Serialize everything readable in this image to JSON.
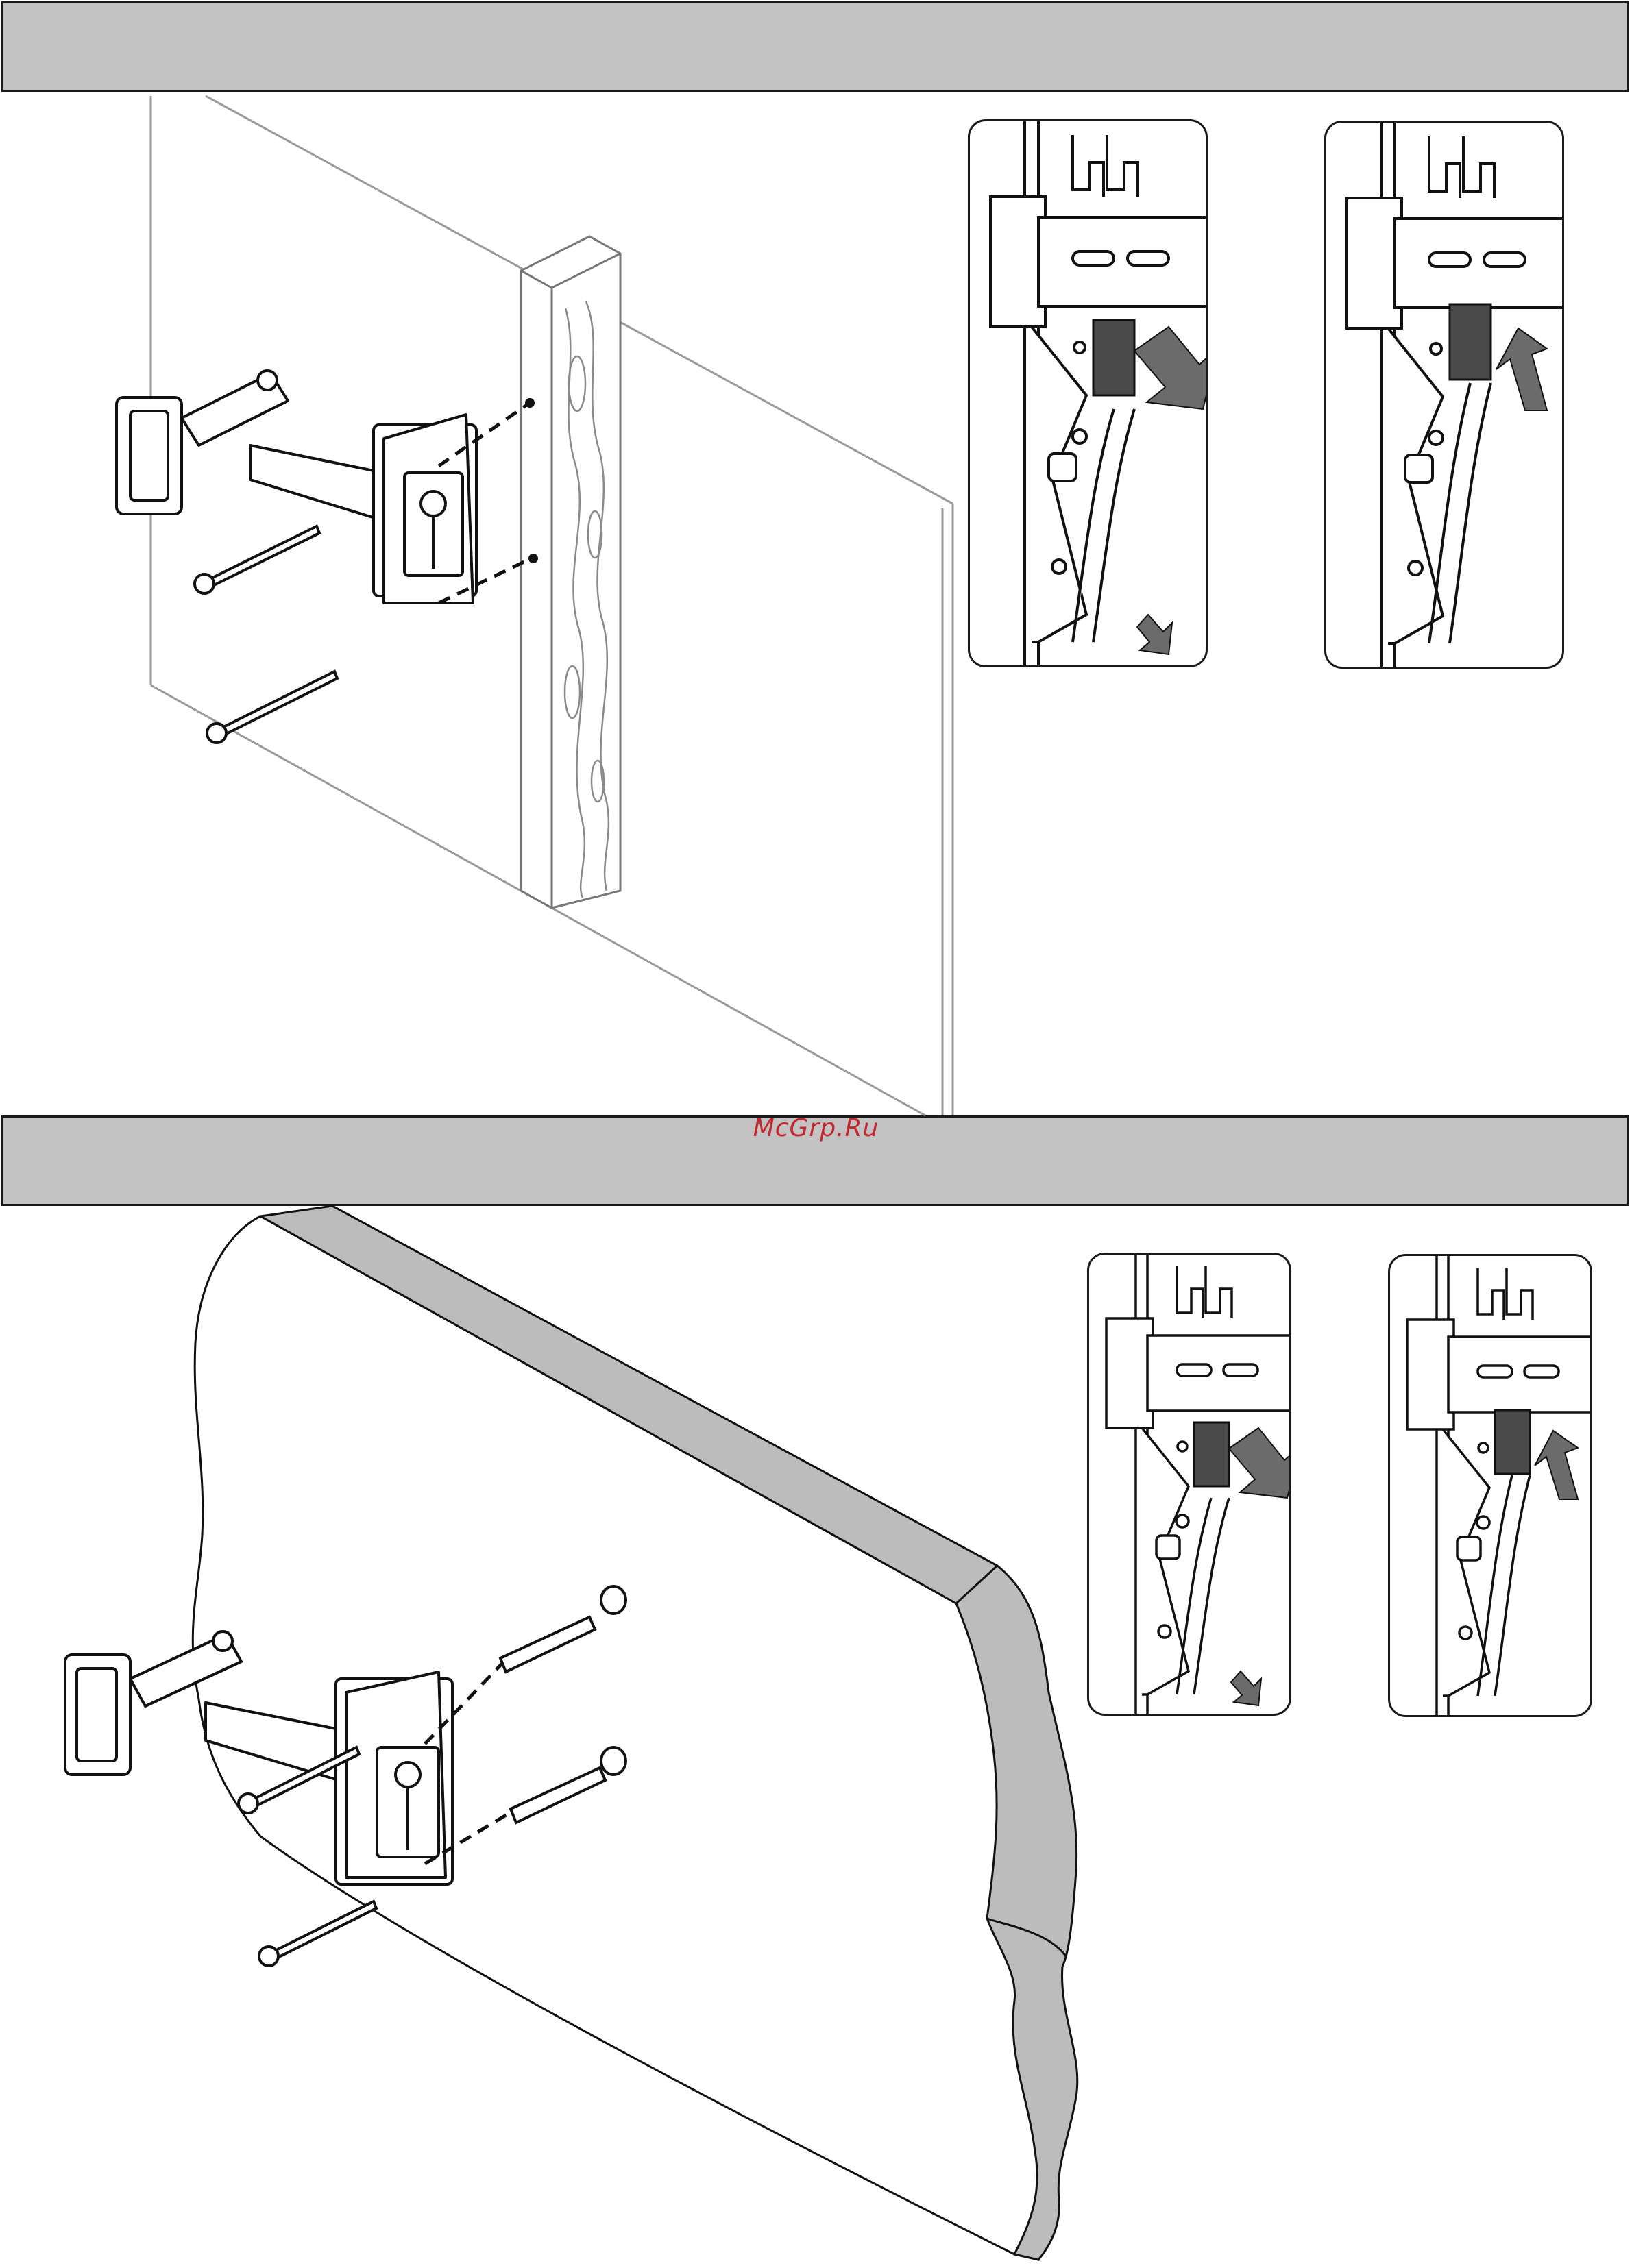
{
  "watermark": "McGrp.Ru",
  "colors": {
    "banner": "#c3c3c3",
    "watermark": "#c4262e",
    "arrow": "#6b6b6b",
    "latch": "#4a4a4a"
  },
  "panels": [
    {
      "id": "step-1",
      "subject": "wood-stud-mount",
      "insets": [
        "latch-down",
        "latch-up"
      ]
    },
    {
      "id": "step-2",
      "subject": "concrete-wall-mount",
      "insets": [
        "latch-down",
        "latch-up"
      ]
    }
  ]
}
